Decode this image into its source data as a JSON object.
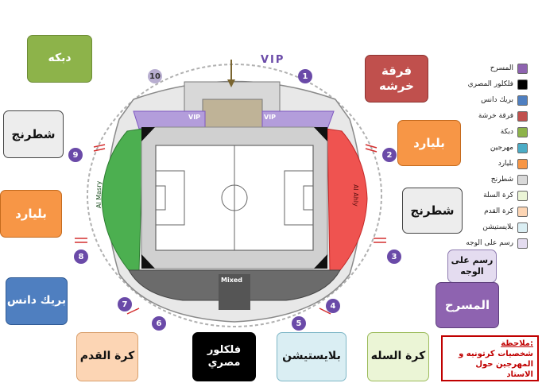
{
  "stadium": {
    "vip_top": "VIP",
    "vip_left": "VIP",
    "vip_right": "VIP",
    "mixed": "Mixed",
    "stand_left": "Al Masry",
    "stand_right": "Al Ahly",
    "gates": [
      "1",
      "2",
      "3",
      "4",
      "5",
      "6",
      "7",
      "8",
      "9",
      "10"
    ]
  },
  "boxes": {
    "dabke": "دبكه",
    "khersha": "فرقة خرشه",
    "shatrang_left": "شطرنج",
    "billiard_left": "بليارد",
    "break_dance": "بريك دانس",
    "billiard_right": "بليارد",
    "shatrang_right": "شطرنج",
    "face_paint": "رسم على الوجه",
    "masrah": "المسرح",
    "football": "كرة القدم",
    "folklore": "فلكلور مصري",
    "playstation": "بلايستيشن",
    "basketball": "كرة السله"
  },
  "legend": [
    {
      "label": "المسرح",
      "color": "#8e63b0"
    },
    {
      "label": "فلكلور المصري",
      "color": "#000000"
    },
    {
      "label": "بريك دانس",
      "color": "#4f7fc0"
    },
    {
      "label": "فرقة خرشة",
      "color": "#c0504d"
    },
    {
      "label": "دبكة",
      "color": "#8db34a"
    },
    {
      "label": "مهرجين",
      "color": "#4bacc6"
    },
    {
      "label": "بليارد",
      "color": "#f79646"
    },
    {
      "label": "شطرنج",
      "color": "#d9d9d9"
    },
    {
      "label": "كرة السلة",
      "color": "#ebf5d6"
    },
    {
      "label": "كرة القدم",
      "color": "#fcd5b4"
    },
    {
      "label": "بلايستيشن",
      "color": "#daeef3"
    },
    {
      "label": "رسم على الوجه",
      "color": "#e4dcf0"
    }
  ],
  "note": {
    "title": "ملاحظة:",
    "text": "شخصيات كرتونيه و المهرجين حول الاستاد"
  }
}
